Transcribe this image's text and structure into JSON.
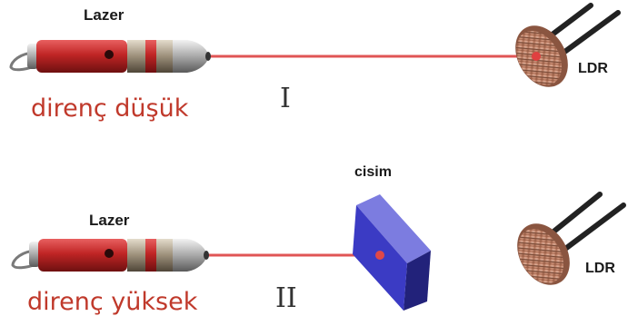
{
  "colors": {
    "beam": "#e05555",
    "laser_body": "#b82222",
    "text_red": "#c0392b",
    "object": "#3b3bc4",
    "ldr_disc": "#c98a70"
  },
  "panel_top": {
    "laser_label": "Lazer",
    "resistance_text": "direnç düşük",
    "roman": "I",
    "ldr_label": "LDR"
  },
  "panel_bottom": {
    "laser_label": "Lazer",
    "object_label": "cisim",
    "resistance_text": "direnç yüksek",
    "roman": "II",
    "ldr_label": "LDR"
  }
}
